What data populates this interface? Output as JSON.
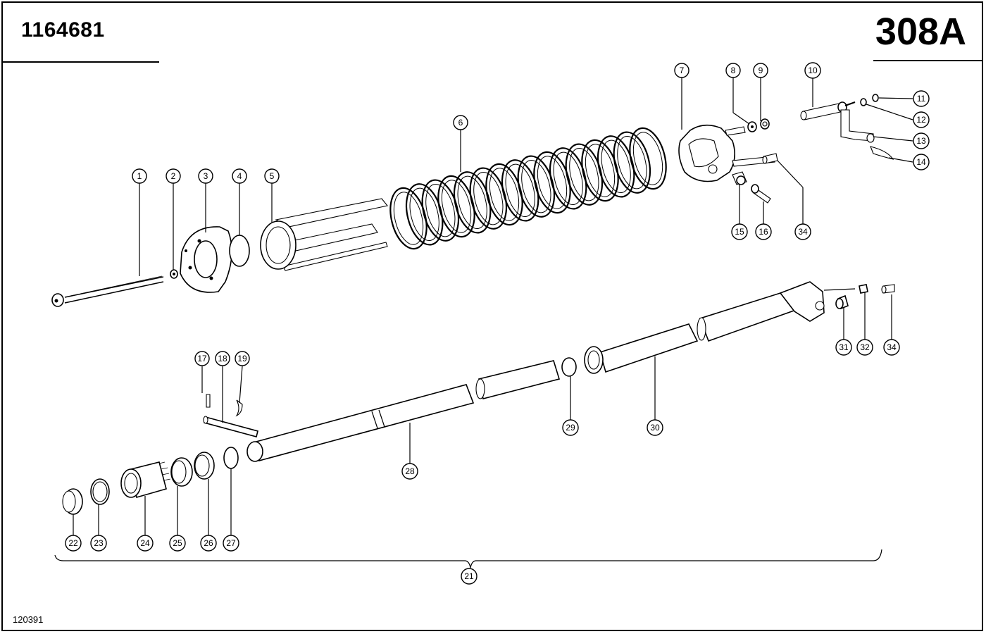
{
  "header": {
    "part_number": "1164681",
    "page_number": "308A"
  },
  "footer": {
    "drawing_number": "120391"
  },
  "callouts": [
    "1",
    "2",
    "3",
    "4",
    "5",
    "6",
    "7",
    "8",
    "9",
    "10",
    "11",
    "12",
    "13",
    "14",
    "15",
    "16",
    "34",
    "31",
    "32",
    "34",
    "17",
    "18",
    "19",
    "28",
    "29",
    "30",
    "22",
    "23",
    "24",
    "25",
    "26",
    "27",
    "21"
  ]
}
